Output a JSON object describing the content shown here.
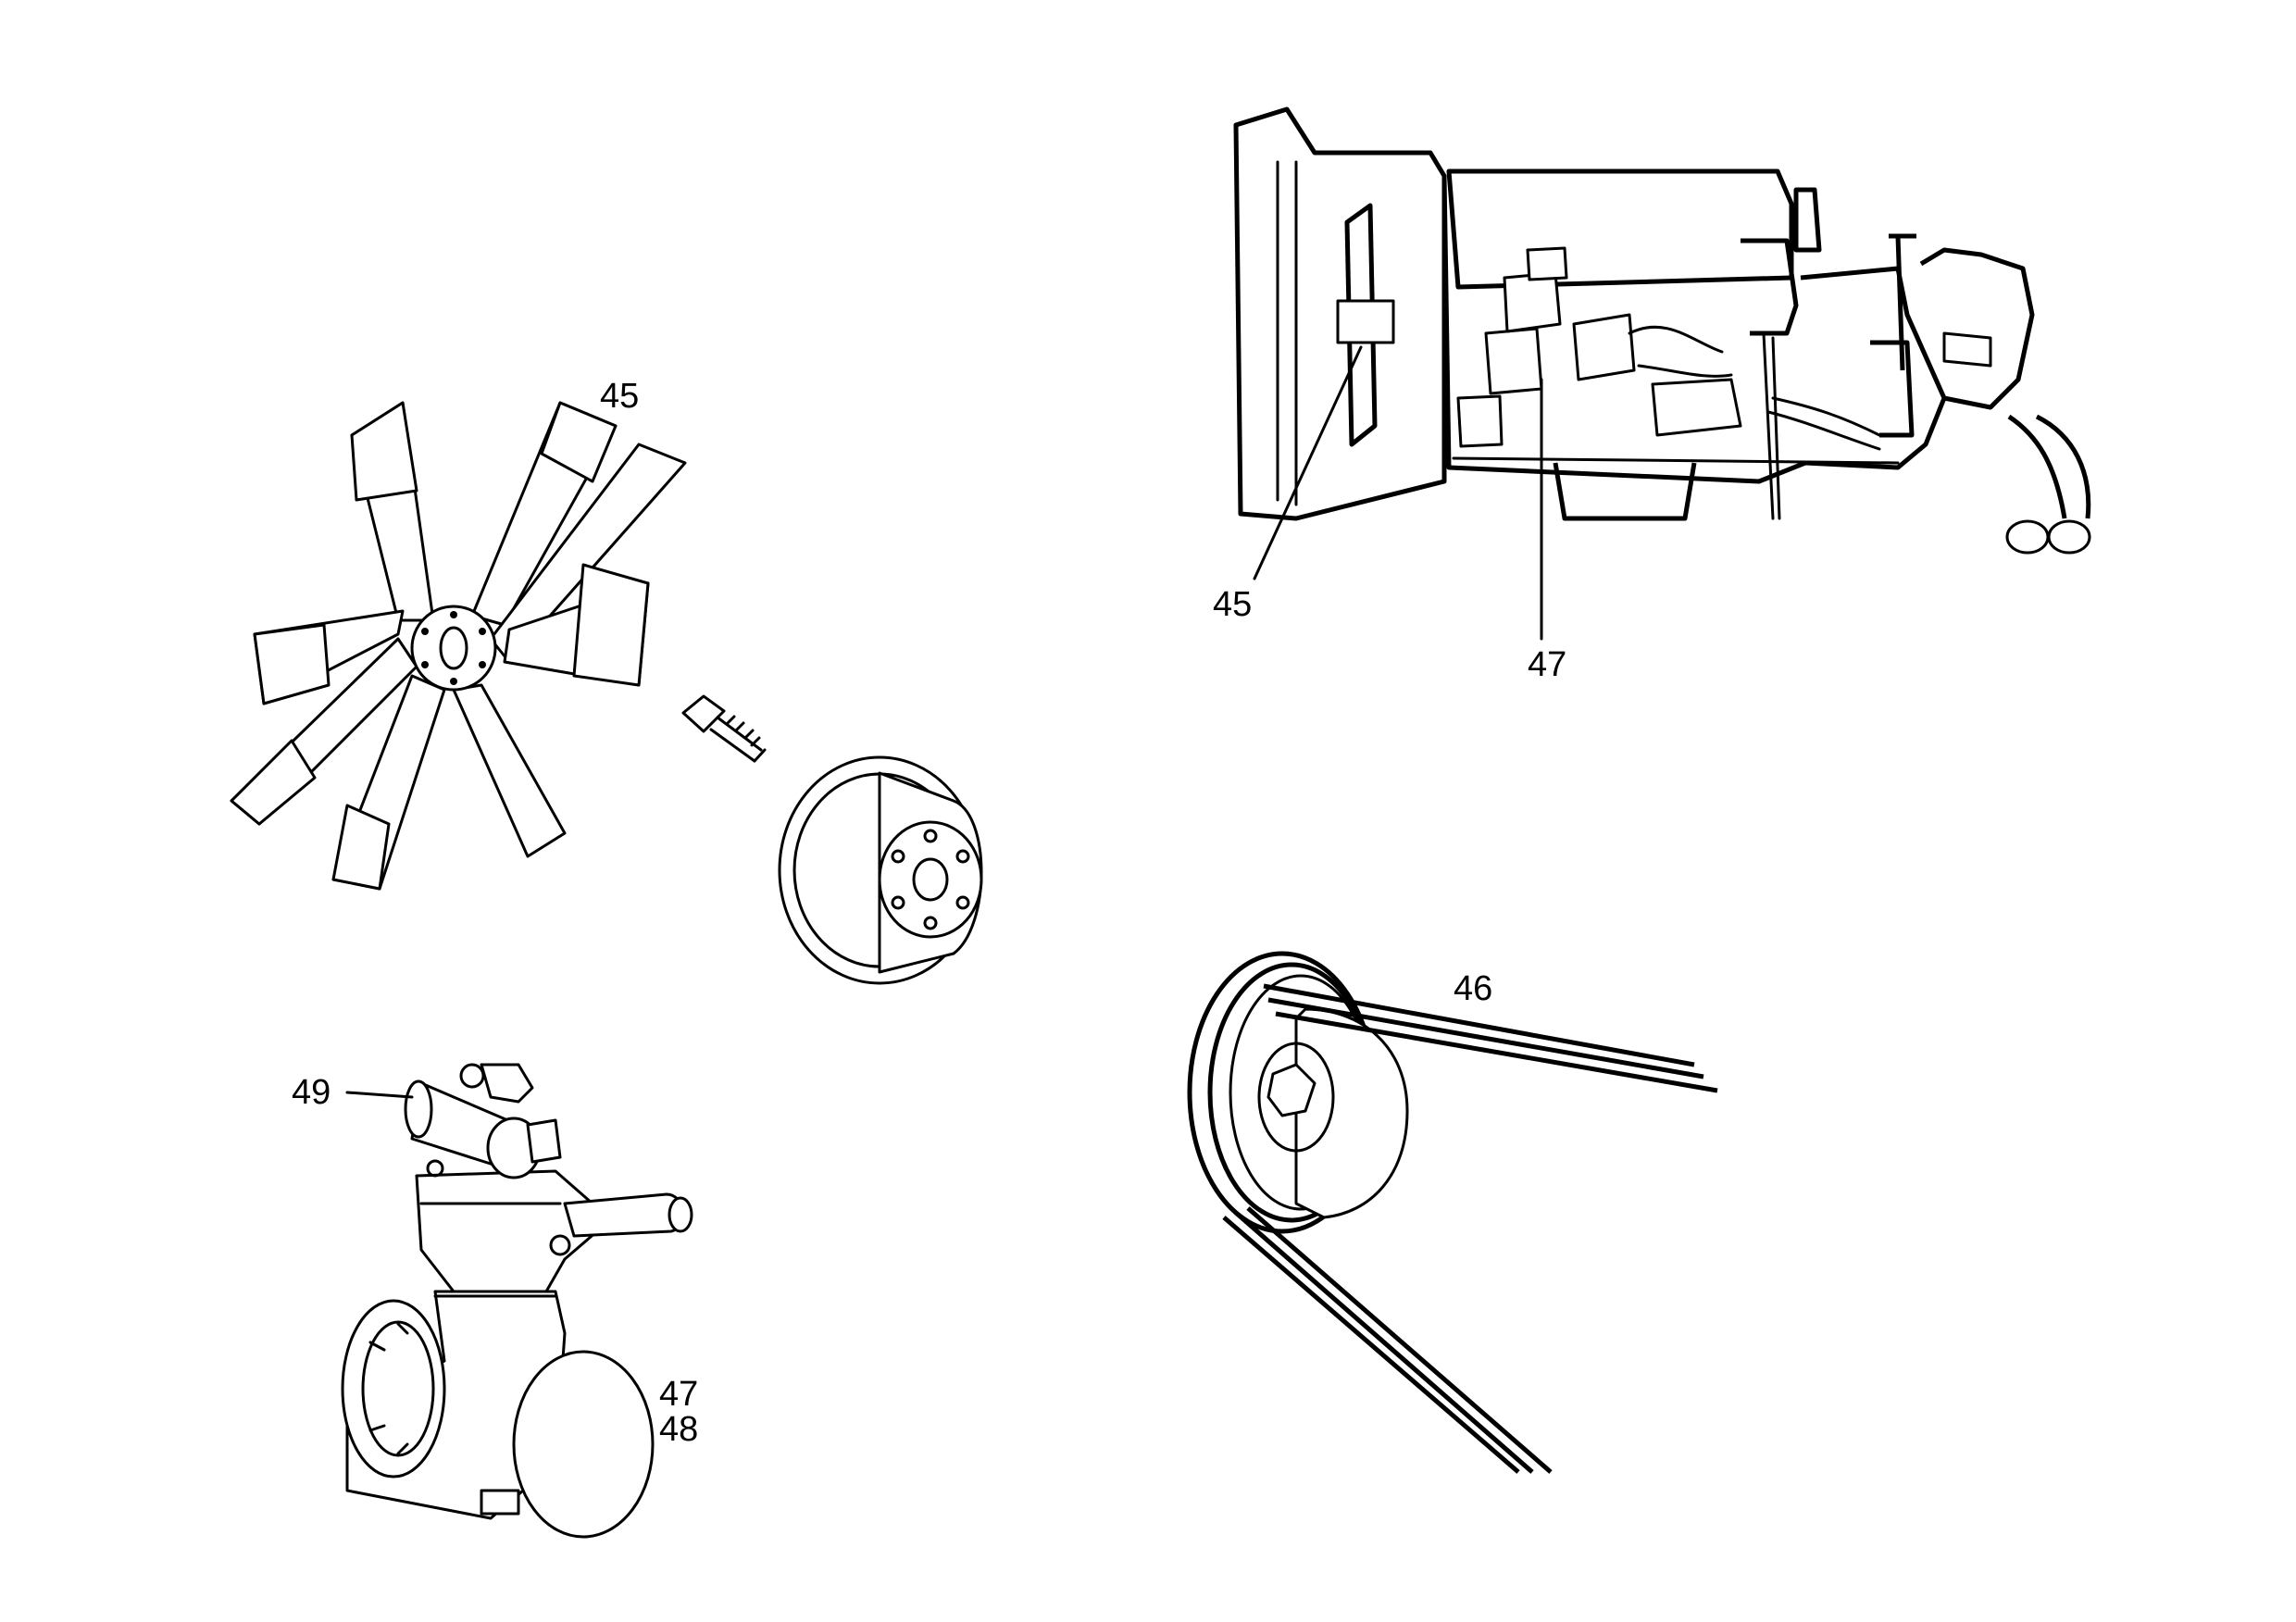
{
  "callouts": {
    "fan": "45",
    "engine_fan": "45",
    "engine_compressor": "47",
    "belt": "46",
    "governor": "49",
    "compressor_a": "47",
    "compressor_b": "48"
  },
  "colors": {
    "ink": "#000000",
    "paper": "#ffffff"
  }
}
